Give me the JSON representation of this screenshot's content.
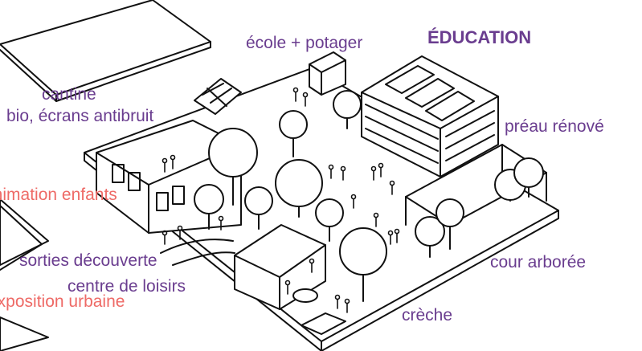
{
  "title": "ÉDUCATION",
  "colors": {
    "purple": "#6a3d8f",
    "coral": "#ee6a66",
    "ink": "#111111"
  },
  "labels": {
    "ecole_potager": "école + potager",
    "cantine": "cantine",
    "bio_ecrans": "bio, écrans antibruit",
    "animation_enfants": "animation enfants",
    "sorties_decouverte": "sorties découverte",
    "centre_loisirs": "centre de loisirs",
    "exposition_urbaine": "exposition urbaine",
    "preau_renove": "préau rénové",
    "cour_arboree": "cour arborée",
    "creche": "crèche"
  }
}
